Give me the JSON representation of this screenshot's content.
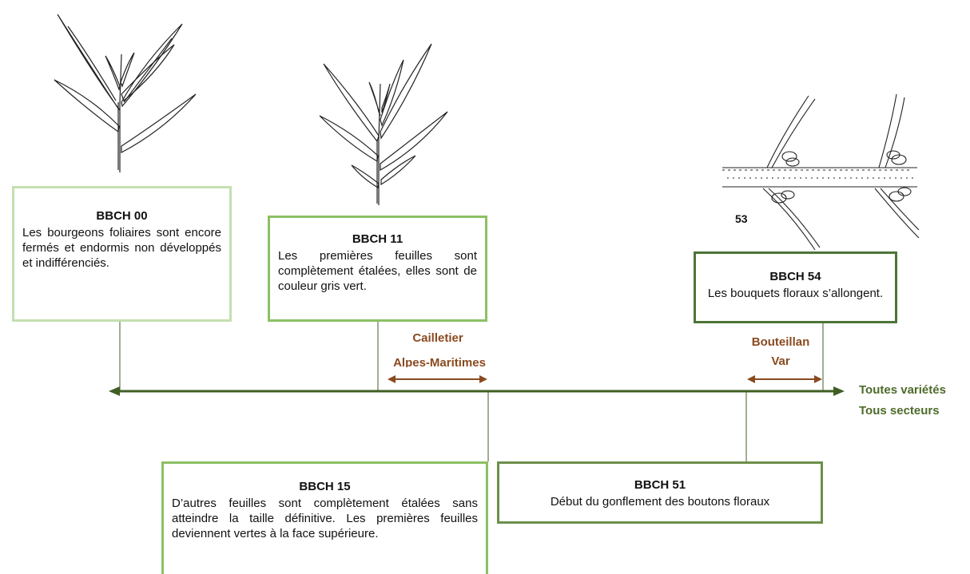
{
  "stages": [
    {
      "id": "bbch00",
      "code": "BBCH 00",
      "desc": "Les bourgeons foliaires sont encore fermés et endormis non développés et indifférenciés.",
      "border": "#c4dfb0"
    },
    {
      "id": "bbch11",
      "code": "BBCH 11",
      "desc": "Les premières feuilles sont complètement étalées, elles sont de couleur gris vert.",
      "border": "#8cc064"
    },
    {
      "id": "bbch54",
      "code": "BBCH 54",
      "desc": "Les bouquets floraux s’allongent.",
      "border": "#4d7438"
    },
    {
      "id": "bbch15",
      "code": "BBCH 15",
      "desc": "D’autres feuilles sont complètement étalées sans atteindre la taille définitive. Les premières feuilles deviennent vertes à la face supérieure.",
      "border": "#8cc064"
    },
    {
      "id": "bbch51",
      "code": "BBCH 51",
      "desc": "Début du gonflement des boutons floraux",
      "border": "#6b8f4a"
    }
  ],
  "ranges": {
    "left": {
      "line1": "Cailletier",
      "line2": "Alpes-Maritimes"
    },
    "right": {
      "line1": "Bouteillan",
      "line2": "Var"
    }
  },
  "axis_label": {
    "line1": "Toutes variétés",
    "line2": "Tous secteurs"
  },
  "illustration_label": "53",
  "colors": {
    "axis": "#3f5f25",
    "range_arrow": "#8a4a1f",
    "text_green": "#4e6b2a",
    "text_brown": "#8a4a1f"
  },
  "icons": [
    "olive-twig-bbch00-illustration",
    "olive-twig-bbch11-illustration",
    "olive-branch-flower-buds-illustration"
  ]
}
